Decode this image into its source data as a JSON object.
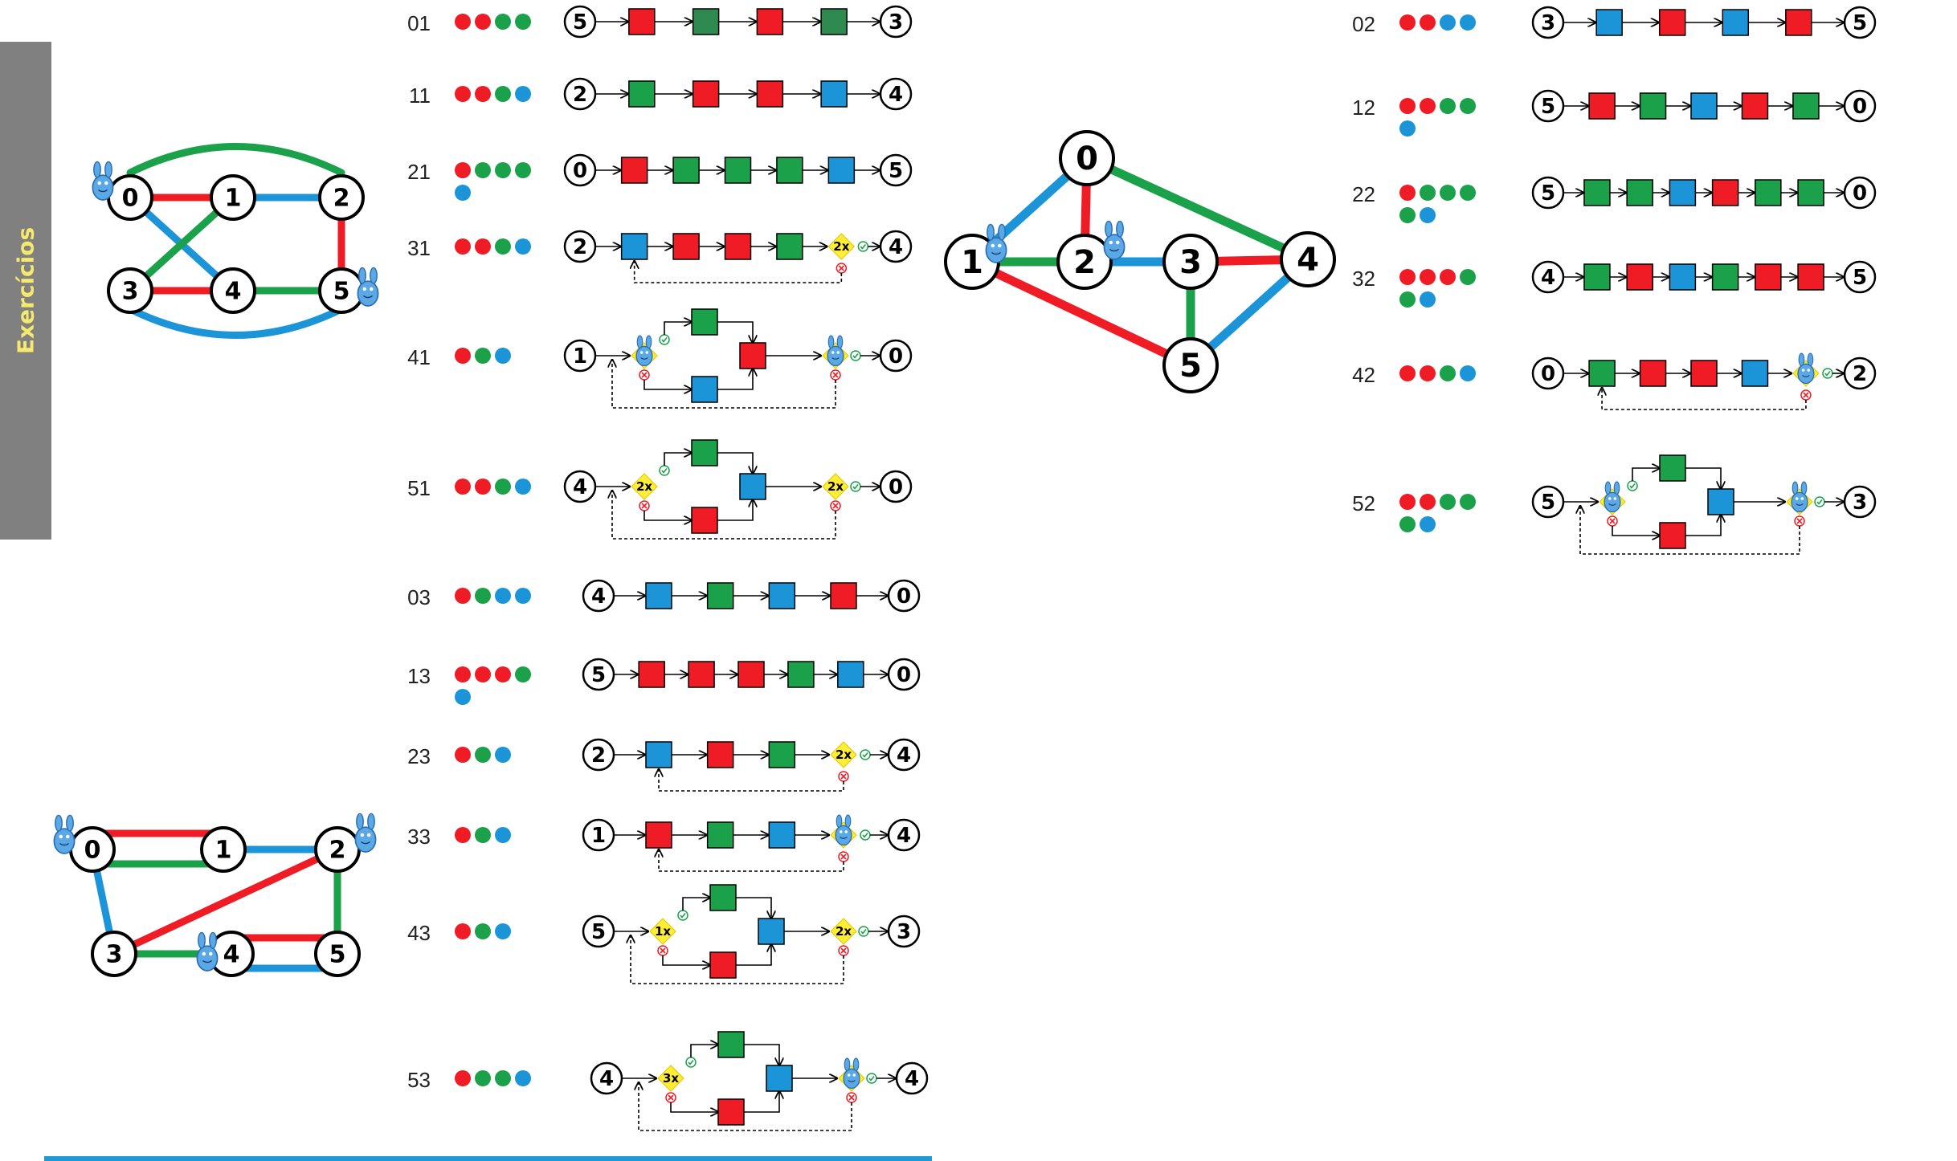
{
  "sidebar": {
    "label": "Exercícios"
  },
  "colors": {
    "red": "#ef1c25",
    "green": "#1aa14a",
    "blue": "#1b95d8",
    "dark_green": "#2e8a4e",
    "diamond": "#ffee34",
    "tab": "#808080",
    "tab_text": "#f5ea6e"
  },
  "icons": [
    "mascot-icon",
    "check-icon",
    "cross-icon"
  ],
  "graphs": [
    {
      "name": "graph-a",
      "nodes": [
        "0",
        "1",
        "2",
        "3",
        "4",
        "5"
      ],
      "edges": [
        [
          "0",
          "1",
          "red"
        ],
        [
          "1",
          "2",
          "blue"
        ],
        [
          "0",
          "2",
          "green"
        ],
        [
          "0",
          "4",
          "blue"
        ],
        [
          "1",
          "3",
          "green"
        ],
        [
          "2",
          "5",
          "red"
        ],
        [
          "3",
          "4",
          "red"
        ],
        [
          "4",
          "5",
          "green"
        ],
        [
          "3",
          "5",
          "blue"
        ]
      ],
      "mascots": [
        "0",
        "5"
      ]
    },
    {
      "name": "graph-b",
      "nodes": [
        "0",
        "1",
        "2",
        "3",
        "4",
        "5"
      ],
      "edges": [
        [
          "0",
          "1",
          "red"
        ],
        [
          "0",
          "1",
          "green"
        ],
        [
          "1",
          "2",
          "blue"
        ],
        [
          "0",
          "3",
          "blue"
        ],
        [
          "3",
          "2",
          "red"
        ],
        [
          "2",
          "5",
          "green"
        ],
        [
          "3",
          "4",
          "green"
        ],
        [
          "4",
          "5",
          "red"
        ],
        [
          "4",
          "5",
          "blue"
        ]
      ],
      "mascots": [
        "0",
        "2",
        "4"
      ]
    },
    {
      "name": "graph-c",
      "nodes": [
        "0",
        "1",
        "2",
        "3",
        "4",
        "5"
      ],
      "edges": [
        [
          "0",
          "1",
          "blue"
        ],
        [
          "0",
          "2",
          "red"
        ],
        [
          "0",
          "4",
          "green"
        ],
        [
          "1",
          "2",
          "green"
        ],
        [
          "2",
          "3",
          "blue"
        ],
        [
          "3",
          "4",
          "red"
        ],
        [
          "3",
          "5",
          "green"
        ],
        [
          "1",
          "5",
          "red"
        ],
        [
          "4",
          "5",
          "blue"
        ]
      ],
      "mascots": [
        "1",
        "2"
      ]
    }
  ],
  "exercises": [
    {
      "code": "01",
      "dots": [
        "red",
        "red",
        "green",
        "green"
      ],
      "start": "5",
      "steps": [
        "red",
        "dark_green",
        "red",
        "dark_green"
      ],
      "end": "3"
    },
    {
      "code": "11",
      "dots": [
        "red",
        "red",
        "green",
        "blue"
      ],
      "start": "2",
      "steps": [
        "green",
        "red",
        "red",
        "blue"
      ],
      "end": "4"
    },
    {
      "code": "21",
      "dots": [
        "red",
        "green",
        "green",
        "green",
        "blue"
      ],
      "start": "0",
      "steps": [
        "red",
        "green",
        "green",
        "green",
        "blue"
      ],
      "end": "5"
    },
    {
      "code": "31",
      "dots": [
        "red",
        "red",
        "green",
        "blue"
      ],
      "start": "2",
      "steps": [
        "blue",
        "red",
        "red",
        "green"
      ],
      "diamond": "2x",
      "end": "4"
    },
    {
      "code": "41",
      "dots": [
        "red",
        "green",
        "blue"
      ],
      "start": "1",
      "end": "0",
      "kind": "branch"
    },
    {
      "code": "51",
      "dots": [
        "red",
        "red",
        "green",
        "blue"
      ],
      "start": "4",
      "end": "0",
      "kind": "branch",
      "diamonds": [
        "2x",
        "2x"
      ]
    },
    {
      "code": "03",
      "dots": [
        "red",
        "green",
        "blue",
        "blue"
      ],
      "start": "4",
      "steps": [
        "blue",
        "green",
        "blue",
        "red"
      ],
      "end": "0"
    },
    {
      "code": "13",
      "dots": [
        "red",
        "red",
        "red",
        "green",
        "blue"
      ],
      "start": "5",
      "steps": [
        "red",
        "red",
        "red",
        "green",
        "blue"
      ],
      "end": "0"
    },
    {
      "code": "23",
      "dots": [
        "red",
        "green",
        "blue"
      ],
      "start": "2",
      "steps": [
        "blue",
        "red",
        "green"
      ],
      "diamond": "2x",
      "end": "4"
    },
    {
      "code": "33",
      "dots": [
        "red",
        "green",
        "blue"
      ],
      "start": "1",
      "steps": [
        "red",
        "green",
        "blue"
      ],
      "end": "4",
      "mascot_check": true
    },
    {
      "code": "43",
      "dots": [
        "red",
        "green",
        "blue"
      ],
      "start": "5",
      "end": "3",
      "kind": "branch",
      "diamonds": [
        "1x",
        "2x"
      ]
    },
    {
      "code": "53",
      "dots": [
        "red",
        "green",
        "green",
        "blue"
      ],
      "start": "4",
      "end": "4",
      "kind": "branch",
      "diamonds": [
        "3x"
      ]
    },
    {
      "code": "02",
      "dots": [
        "red",
        "red",
        "blue",
        "blue"
      ],
      "start": "3",
      "steps": [
        "blue",
        "red",
        "blue",
        "red"
      ],
      "end": "5"
    },
    {
      "code": "12",
      "dots": [
        "red",
        "red",
        "green",
        "green",
        "blue"
      ],
      "start": "5",
      "steps": [
        "red",
        "green",
        "blue",
        "red",
        "green"
      ],
      "end": "0"
    },
    {
      "code": "22",
      "dots": [
        "red",
        "green",
        "green",
        "green",
        "green",
        "blue"
      ],
      "start": "5",
      "steps": [
        "green",
        "green",
        "blue",
        "red",
        "green",
        "green"
      ],
      "end": "0"
    },
    {
      "code": "32",
      "dots": [
        "red",
        "red",
        "red",
        "green",
        "green",
        "blue"
      ],
      "start": "4",
      "steps": [
        "green",
        "red",
        "blue",
        "green",
        "red",
        "red"
      ],
      "end": "5"
    },
    {
      "code": "42",
      "dots": [
        "red",
        "red",
        "green",
        "blue"
      ],
      "start": "0",
      "steps": [
        "green",
        "red",
        "red",
        "blue"
      ],
      "end": "2",
      "mascot_check": true
    },
    {
      "code": "52",
      "dots": [
        "red",
        "red",
        "green",
        "green",
        "green",
        "blue"
      ],
      "start": "5",
      "end": "3",
      "kind": "branch"
    }
  ]
}
